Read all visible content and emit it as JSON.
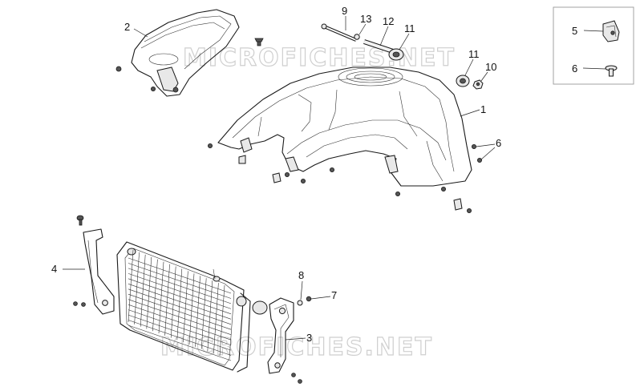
{
  "watermark": "MICROFICHES.NET",
  "callouts": [
    {
      "id": "c2",
      "text": "2"
    },
    {
      "id": "c9",
      "text": "9"
    },
    {
      "id": "c13",
      "text": "13"
    },
    {
      "id": "c12",
      "text": "12"
    },
    {
      "id": "c11a",
      "text": "11"
    },
    {
      "id": "c11b",
      "text": "11"
    },
    {
      "id": "c10",
      "text": "10"
    },
    {
      "id": "c1",
      "text": "1"
    },
    {
      "id": "c6a",
      "text": "6"
    },
    {
      "id": "c5",
      "text": "5"
    },
    {
      "id": "c6b",
      "text": "6"
    },
    {
      "id": "c4",
      "text": "4"
    },
    {
      "id": "c8",
      "text": "8"
    },
    {
      "id": "c7",
      "text": "7"
    },
    {
      "id": "c3",
      "text": "3"
    }
  ]
}
